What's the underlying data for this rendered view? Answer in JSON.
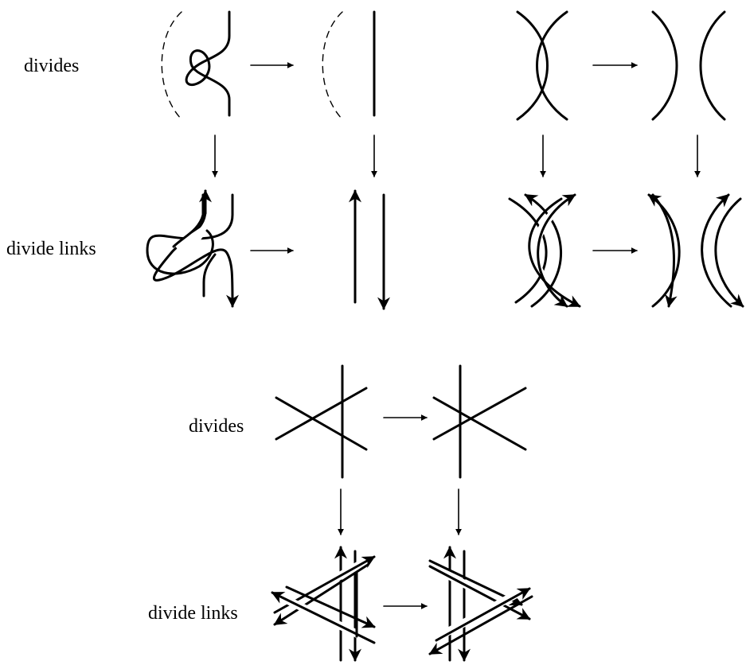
{
  "labels": {
    "row1_divides": "divides",
    "row1_divide_links": "divide links",
    "row2_divides": "divides",
    "row2_divide_links": "divide links"
  },
  "colors": {
    "ink": "#000000",
    "background": "#ffffff"
  }
}
